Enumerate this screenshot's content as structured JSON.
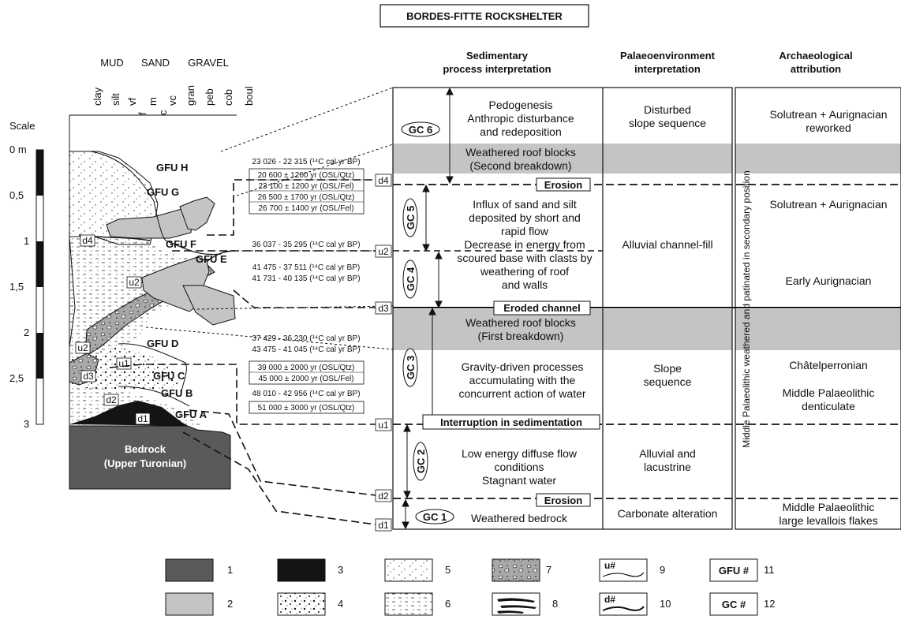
{
  "title": "BORDES-FITTE ROCKSHELTER",
  "grain": {
    "groups": [
      "MUD",
      "SAND",
      "GRAVEL"
    ],
    "classes": [
      "clay",
      "silt",
      "vf",
      "f",
      "m",
      "c",
      "vc",
      "gran",
      "peb",
      "cob",
      "boul"
    ]
  },
  "scale": {
    "label": "Scale",
    "ticks": [
      "0 m",
      "0,5",
      "1",
      "1,5",
      "2",
      "2,5",
      "3"
    ]
  },
  "section": {
    "bedrock": [
      "Bedrock",
      "(Upper Turonian)"
    ],
    "units": [
      "GFU H",
      "GFU G",
      "GFU F",
      "GFU E",
      "GFU D",
      "GFU C",
      "GFU B",
      "GFU A"
    ],
    "markers": [
      "d4",
      "u2",
      "u2",
      "u1",
      "d3",
      "d2",
      "d1"
    ]
  },
  "dates": [
    {
      "text": "23 026 - 22 315 (¹⁴C cal yr BP)",
      "boxed": false
    },
    {
      "text": "20 600 ± 1200 yr (OSL/Qtz)",
      "boxed": true
    },
    {
      "text": "23 100 ± 1200 yr (OSL/Fel)",
      "boxed": true
    },
    {
      "text": "26 500 ± 1700 yr (OSL/Qtz)",
      "boxed": true
    },
    {
      "text": "26 700 ± 1400 yr (OSL/Fel)",
      "boxed": true
    },
    {
      "text": "36 037 - 35 295 (¹⁴C cal yr BP)",
      "boxed": false
    },
    {
      "text": "41 475 - 37 511 (¹⁴C cal yr BP)",
      "boxed": false
    },
    {
      "text": "41 731 - 40 135 (¹⁴C cal yr BP)",
      "boxed": false
    },
    {
      "text": "37 429 - 36 230 (¹⁴C cal yr BP)",
      "boxed": false
    },
    {
      "text": "43 475 - 41 045 (¹⁴C cal yr BP)",
      "boxed": false
    },
    {
      "text": "39 000 ± 2000 yr (OSL/Qtz)",
      "boxed": true
    },
    {
      "text": "45 000 ± 2000 yr (OSL/Fel)",
      "boxed": true
    },
    {
      "text": "48 010 - 42 956 (¹⁴C cal yr BP)",
      "boxed": false
    },
    {
      "text": "51 000 ± 3000 yr (OSL/Qtz)",
      "boxed": true
    }
  ],
  "boundaries": [
    "d4",
    "u2",
    "d3",
    "u1",
    "d2",
    "d1"
  ],
  "columns": {
    "sed": [
      "Sedimentary",
      "process interpretation"
    ],
    "pal": [
      "Palaeoenvironment",
      "interpretation"
    ],
    "arch": [
      "Archaeological",
      "attribution"
    ]
  },
  "gc": [
    "GC 6",
    "GC 5",
    "GC 4",
    "GC 3",
    "GC 2",
    "GC 1"
  ],
  "sed_text": {
    "gc6": [
      "Pedogenesis",
      "Anthropic disturbance",
      "and redeposition"
    ],
    "roof2": [
      "Weathered roof blocks",
      "(Second breakdown)"
    ],
    "erosion_top": "Erosion",
    "gc5": [
      "Influx of sand and silt",
      "deposited by short and",
      "rapid flow"
    ],
    "gc4": [
      "Decrease in energy from",
      "scoured base with clasts by",
      "weathering of roof",
      "and walls"
    ],
    "eroded_channel": "Eroded channel",
    "roof1": [
      "Weathered roof blocks",
      "(First breakdown)"
    ],
    "gc3": [
      "Gravity-driven processes",
      "accumulating with the",
      "concurrent action of water"
    ],
    "interruption": "Interruption in sedimentation",
    "gc2": [
      "Low energy diffuse flow",
      "conditions",
      "Stagnant water"
    ],
    "erosion_bottom": "Erosion",
    "gc1": "Weathered bedrock"
  },
  "pal_text": {
    "slope_top": [
      "Disturbed",
      "slope sequence"
    ],
    "alluvial": "Alluvial channel-fill",
    "slope": [
      "Slope",
      "sequence"
    ],
    "lacustrine": [
      "Alluvial and",
      "lacustrine"
    ],
    "carbonate": "Carbonate alteration"
  },
  "arch_text": {
    "a1": [
      "Solutrean + Aurignacian",
      "reworked"
    ],
    "a2": "Solutrean + Aurignacian",
    "a3": "Early Aurignacian",
    "a4": "Châtelperronian",
    "a5": [
      "Middle Palaeolithic",
      "denticulate"
    ],
    "a6": [
      "Middle Palaeolithic",
      "large levallois flakes"
    ],
    "vertical": "Middle Palaeolithic weathered and patinated in secondary position"
  },
  "legend": {
    "numbers": [
      "1",
      "2",
      "3",
      "4",
      "5",
      "6",
      "7",
      "8",
      "9",
      "10",
      "11",
      "12"
    ],
    "u_label": "u#",
    "d_label": "d#",
    "gfu_label": "GFU #",
    "gc_label": "GC #"
  },
  "colors": {
    "bedrock": "#5a5a5a",
    "blocks": "#c4c4c4",
    "black": "#141414",
    "grey_band": "#c4c4c4"
  }
}
